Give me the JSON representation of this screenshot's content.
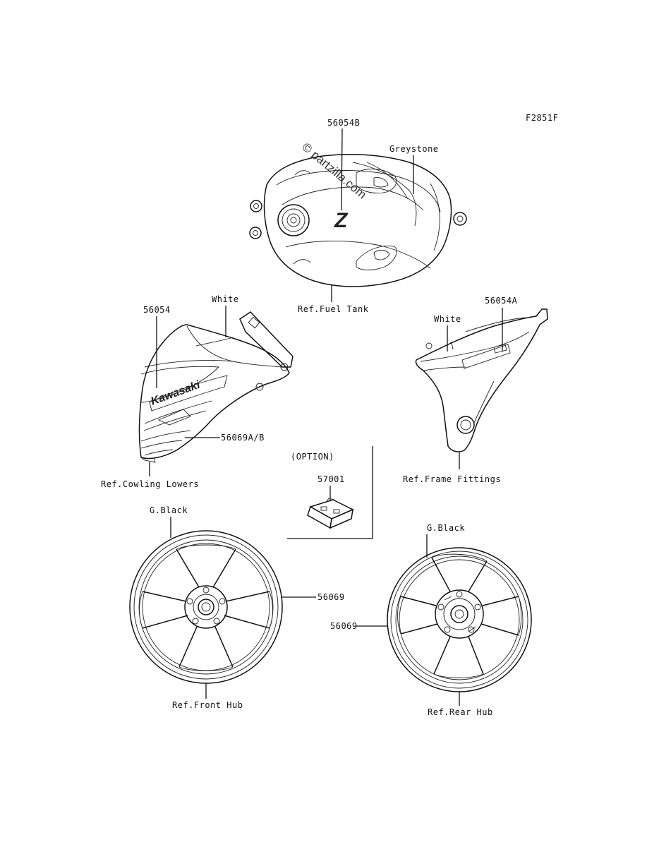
{
  "diagram_code": "F2851F",
  "watermark": "© partzilla.com",
  "labels": {
    "tank_part": "56054B",
    "greystone": "Greystone",
    "fuel_tank_ref": "Ref.Fuel Tank",
    "cowl_part": "56054",
    "cowl_white": "White",
    "cowl_decal": "56069A/B",
    "cowling_ref": "Ref.Cowling Lowers",
    "frame_part": "56054A",
    "frame_white": "White",
    "frame_ref": "Ref.Frame Fittings",
    "option": "(OPTION)",
    "option_part": "57001",
    "front_color": "G.Black",
    "front_part": "56069",
    "front_ref": "Ref.Front Hub",
    "rear_color": "G.Black",
    "rear_part": "56069",
    "rear_ref": "Ref.Rear Hub"
  },
  "decal_text": {
    "brand": "Kawasaki",
    "tank_logo": "Z"
  }
}
